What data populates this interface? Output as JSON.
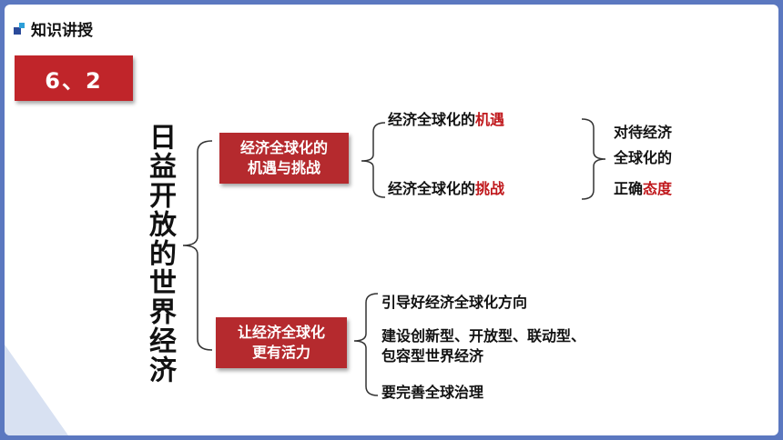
{
  "header": {
    "title": "知识讲授"
  },
  "section": {
    "number": "6、2"
  },
  "main_title": "日益开放的世界经济",
  "branch1": {
    "label_line1": "经济全球化的",
    "label_line2": "机遇与挑战",
    "items": [
      {
        "prefix": "经济全球化的",
        "highlight": "机遇"
      },
      {
        "prefix": "经济全球化的",
        "highlight": "挑战"
      }
    ],
    "conclusion": {
      "line1": "对待经济",
      "line2": "全球化的",
      "line3_prefix": "正确",
      "line3_highlight": "态度"
    }
  },
  "branch2": {
    "label_line1": "让经济全球化",
    "label_line2": "更有活力",
    "items": [
      "引导好经济全球化方向",
      "建设创新型、开放型、联动型、",
      "包容型世界经济",
      "要完善全球治理"
    ]
  },
  "colors": {
    "frame": "#5b78c0",
    "accent_red": "#c0252a",
    "highlight_red": "#c0181c"
  }
}
